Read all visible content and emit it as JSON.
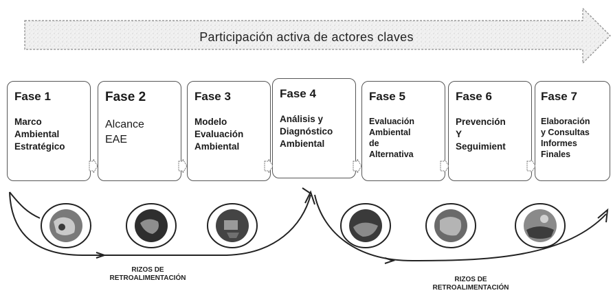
{
  "banner": {
    "text": "Participación activa de actores claves"
  },
  "phases": [
    {
      "title": "Fase 1",
      "body": "Marco\nAmbiental\nEstratégico"
    },
    {
      "title": "Fase 2",
      "body": "Alcance\nEAE"
    },
    {
      "title": "Fase 3",
      "body": "Modelo\nEvaluación\nAmbiental"
    },
    {
      "title": "Fase  4",
      "body": "Análisis y\nDiagnóstico\nAmbiental"
    },
    {
      "title": "Fase 5",
      "body": "Evaluación\nAmbiental\nde\nAlternativa"
    },
    {
      "title": "Fase 6",
      "body": "Prevención\nY\nSeguimient"
    },
    {
      "title": "Fase 7",
      "body": "Elaboración\ny Consultas\nInformes\nFinales"
    }
  ],
  "feedback": {
    "left_caption": "RIZOS DE\nRETROALIMENTACIÓN",
    "right_caption": "RIZOS DE\nRETROALIMENTACIÓN"
  }
}
